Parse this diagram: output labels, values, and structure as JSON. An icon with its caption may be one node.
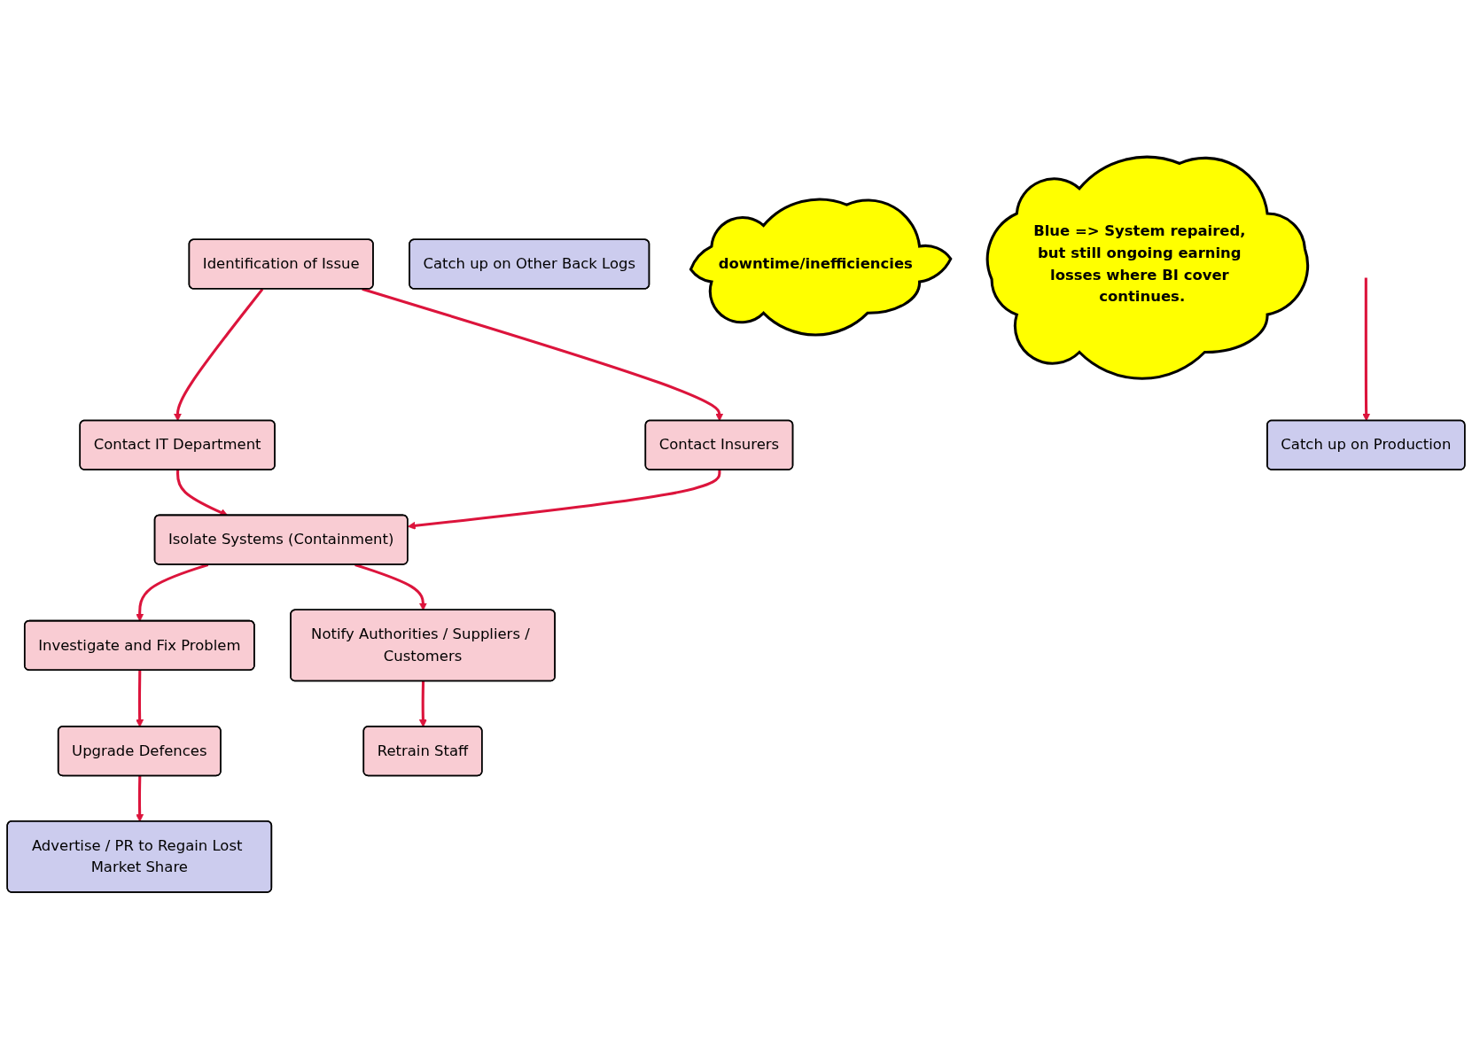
{
  "diagram": {
    "nodes": [
      {
        "text": [
          "Identification of Issue"
        ]
      },
      {
        "text": [
          "Contact IT Department"
        ]
      },
      {
        "text": [
          "Contact Insurers"
        ]
      },
      {
        "text": [
          "Isolate Systems (Containment)"
        ]
      },
      {
        "text": [
          "Investigate and Fix Problem"
        ]
      },
      {
        "text": [
          "Notify Authorities / Suppliers / Customers"
        ]
      },
      {
        "text": [
          "Upgrade Defences"
        ]
      },
      {
        "text": [
          "Retrain Staff"
        ]
      },
      {
        "text": [
          "Advertise / PR to Regain Lost Market Share"
        ]
      },
      {
        "text": [
          "Catch up on Production"
        ]
      },
      {
        "text": [
          "Catch up on Other Back Logs"
        ]
      },
      {
        "text": [
          "downtime/inefficiencies"
        ]
      },
      {
        "text": [
          "Blue => System repaired, but still ongoing earning losses where BI cover continues."
        ]
      }
    ],
    "edges": [
      {
        "from": 0,
        "to": 1,
        "arrow": "to"
      },
      {
        "from": 0,
        "to": 2,
        "arrow": "to"
      },
      {
        "from": 1,
        "to": 3,
        "arrow": "to"
      },
      {
        "from": 2,
        "to": 3,
        "arrow": "to"
      },
      {
        "from": 3,
        "to": 4,
        "arrow": "to"
      },
      {
        "from": 3,
        "to": 5,
        "arrow": "to"
      },
      {
        "from": 4,
        "to": 6,
        "arrow": "to"
      },
      {
        "from": 5,
        "to": 7,
        "arrow": "to"
      },
      {
        "from": 6,
        "to": 8,
        "arrow": "to"
      },
      {
        "from": null,
        "to": 9,
        "arrow": "to"
      }
    ]
  }
}
